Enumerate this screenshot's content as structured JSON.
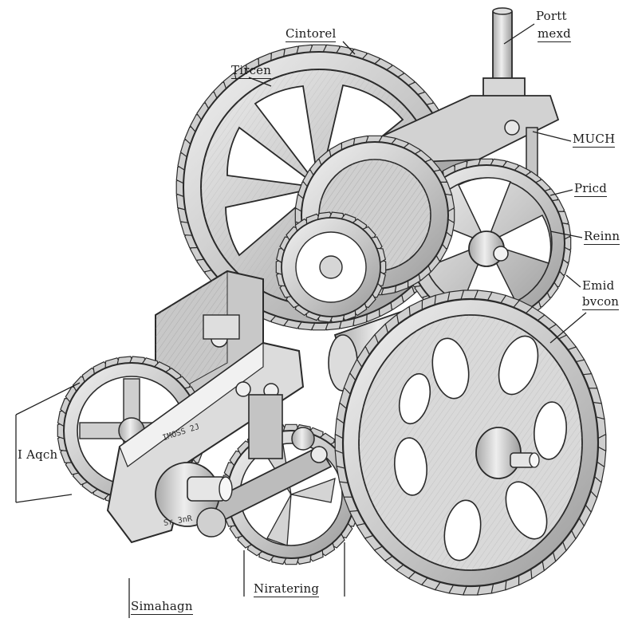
{
  "labels": {
    "cintorel": "Cintorel",
    "tircen": "Tircen",
    "portt_line1": "Portt",
    "portt_line2": "mexd",
    "much": "MUCH",
    "pricd": "Pricd",
    "reinn": "Reinn",
    "emid_line1": "Emid",
    "emid_line2": "bvcon",
    "aqch": "I Aqch",
    "simahagn": "Simahagn",
    "niratering": "Niratering"
  },
  "engravings": {
    "plate_text": "IMOSS 2J",
    "plate_text_lower": "Sr 3nR"
  },
  "colors": {
    "ink": "#2a2a2a",
    "metal_light": "#e6e6e6",
    "metal_mid": "#bdbdbd",
    "metal_dark": "#8a8a8a",
    "paper": "#ffffff"
  }
}
